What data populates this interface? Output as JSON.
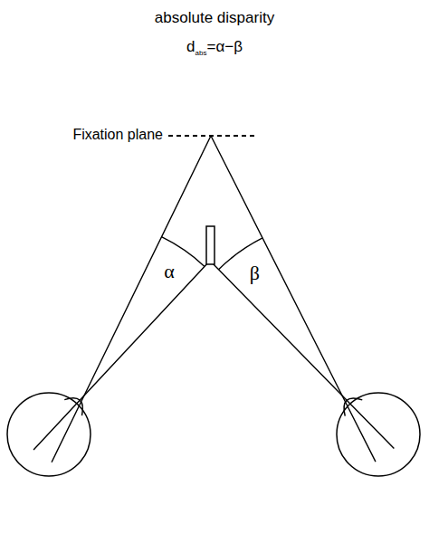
{
  "diagram": {
    "title": "absolute disparity",
    "labels": [
      "d",
      "abs",
      "=α−β",
      "Fixation plane",
      "α",
      "β"
    ]
  }
}
